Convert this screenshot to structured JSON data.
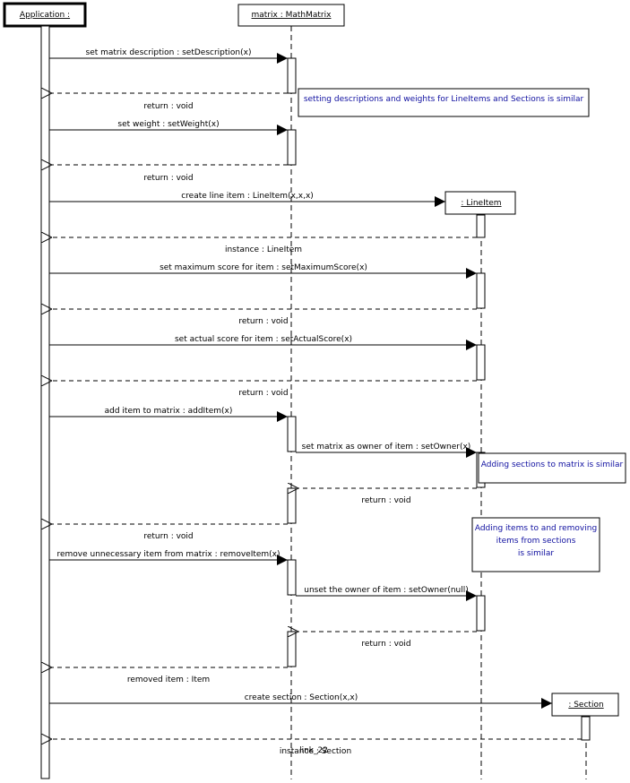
{
  "objects": {
    "application": "Application :",
    "matrix": "matrix : MathMatrix",
    "lineitem": ": LineItem",
    "section": ": Section"
  },
  "messages": [
    "set matrix description : setDescription(x)",
    "return : void",
    "set weight : setWeight(x)",
    "return : void",
    "create line item : LineItem(x,x,x)",
    "instance : LineItem",
    "set maximum score for item : setMaximumScore(x)",
    "return : void",
    "set actual score for item : setActualScore(x)",
    "return : void",
    "add item to matrix : addItem(x)",
    "set matrix as owner of item : setOwner(x)",
    "return : void",
    "return : void",
    "remove unnecessary item from matrix : removeItem(x)",
    "unset the owner of item : setOwner(null)",
    "return : void",
    "removed item : Item",
    "create section : Section(x,x)",
    "instance : Section"
  ],
  "notes": {
    "note1": "setting descriptions and weights for LineItems and Sections is similar",
    "note2": "Adding sections to matrix is similar",
    "note3": [
      "Adding items to and removing",
      "items from sections",
      "is similar"
    ]
  },
  "overlay_text": "link_22"
}
